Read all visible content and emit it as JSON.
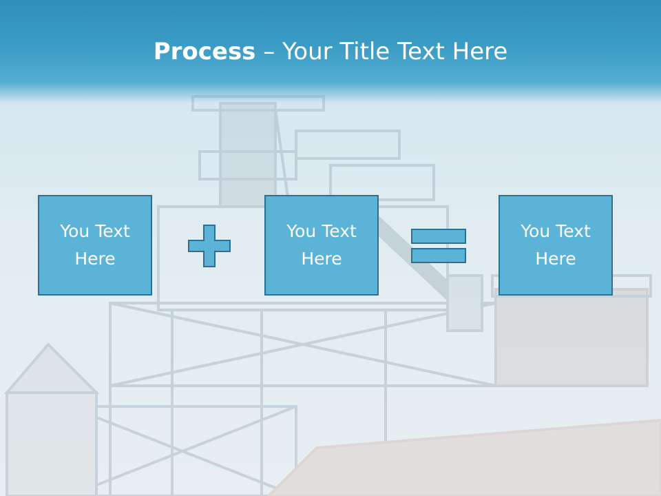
{
  "slide": {
    "title_bold": "Process",
    "title_rest": " – Your Title Text Here",
    "boxes": [
      {
        "label": "You Text Here"
      },
      {
        "label": "You Text Here"
      },
      {
        "label": "You Text Here"
      }
    ],
    "operators": [
      "plus-icon",
      "equals-icon"
    ]
  },
  "colors": {
    "title_band": "#3b9cc5",
    "box_fill": "#5cb3d8",
    "box_border": "#2d6f8f",
    "text": "#ffffff"
  }
}
